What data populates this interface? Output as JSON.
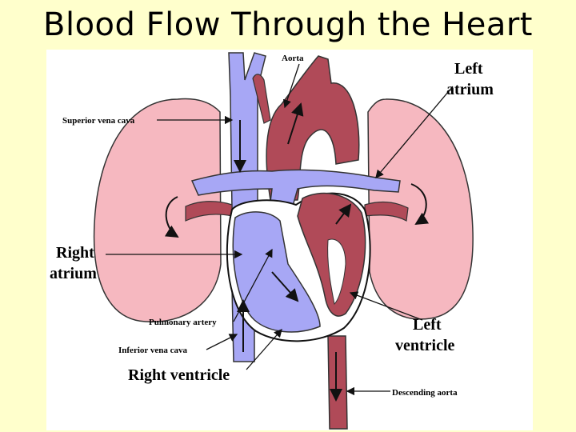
{
  "title": "Blood Flow Through the Heart",
  "labels": {
    "aorta": "Aorta",
    "left_atrium_line1": "Left",
    "left_atrium_line2": "atrium",
    "superior_vena_cava": "Superior vena cava",
    "right_atrium_line1": "Right",
    "right_atrium_line2": "atrium",
    "pulmonary_artery": "Pulmonary artery",
    "inferior_vena_cava": "Inferior vena cava",
    "right_ventricle": "Right ventricle",
    "left_ventricle_line1": "Left",
    "left_ventricle_line2": "ventricle",
    "descending_aorta": "Descending aorta"
  },
  "colors": {
    "background": "#ffffcc",
    "panel": "#ffffff",
    "lung": "#f6b8c0",
    "oxygenated": "#b04a58",
    "deoxygenated": "#a7a7f5",
    "outline": "#111111"
  }
}
